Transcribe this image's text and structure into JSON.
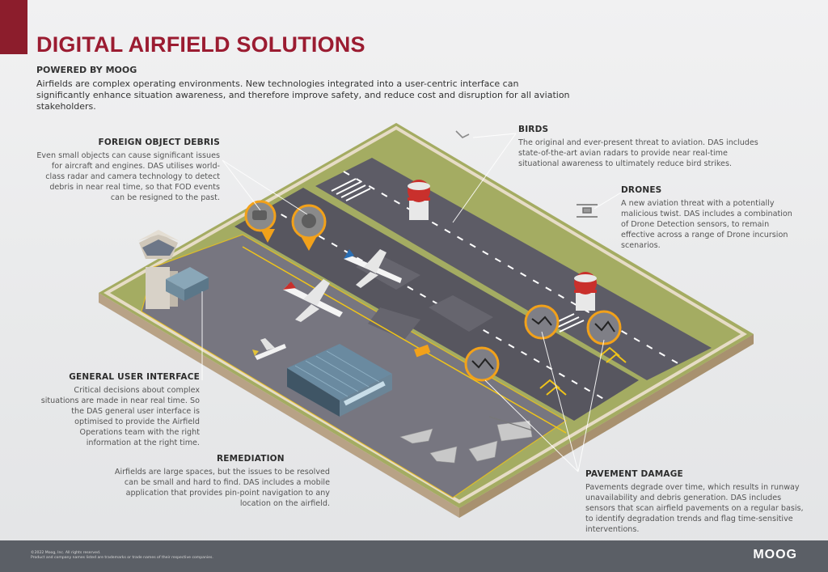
{
  "title": "DIGITAL AIRFIELD SOLUTIONS",
  "subtitle": "POWERED BY MOOG",
  "intro": "Airfields are complex operating environments. New technologies integrated into a user-centric interface can significantly enhance situation awareness, and therefore improve safety, and reduce cost and disruption for all aviation stakeholders.",
  "callouts": {
    "fod": {
      "heading": "FOREIGN OBJECT DEBRIS",
      "body": "Even small objects can cause significant issues for aircraft and engines. DAS utilises world-class radar and camera technology to detect debris in near real time, so that FOD events can be resigned to the past."
    },
    "birds": {
      "heading": "BIRDS",
      "body": "The original and ever-present threat to aviation. DAS includes state-of-the-art avian radars to provide near real-time situational awareness to ultimately reduce bird strikes."
    },
    "drones": {
      "heading": "DRONES",
      "body": "A new aviation threat with a potentially malicious twist. DAS includes a combination of Drone Detection sensors, to remain effective across a range of Drone incursion scenarios."
    },
    "gui": {
      "heading": "GENERAL USER INTERFACE",
      "body": "Critical decisions about complex situations are made in near real time. So the DAS general user interface is optimised to provide the Airfield Operations team with the right information at the right time."
    },
    "remediation": {
      "heading": "REMEDIATION",
      "body": "Airfields are large spaces, but the issues to be resolved can be small and hard to find. DAS includes a mobile application that provides pin-point navigation to any location on the airfield."
    },
    "pavement": {
      "heading": "PAVEMENT DAMAGE",
      "body": "Pavements degrade over time, which results in runway unavailability and debris generation. DAS includes sensors that scan airfield pavements on a regular basis, to identify degradation trends and flag time-sensitive interventions."
    }
  },
  "footer": {
    "copyright": "©2022 Moog, Inc. All rights reserved.",
    "disclaimer": "Product and company names listed are trademarks or trade names of their respective companies.",
    "brand": "MOOG"
  },
  "colors": {
    "accent": "#9b1c31",
    "grass": "#a4ac62",
    "tarmac": "#767580",
    "runway": "#56555f",
    "marking_yellow": "#f0c419",
    "marker_orange": "#f2a11a",
    "footer": "#5b5f66"
  },
  "icons": [
    "control-tower-icon",
    "hangar-icon",
    "radar-tower-icon",
    "drone-icon",
    "bird-icon",
    "fod-marker-icon",
    "crack-marker-icon",
    "airliner-icon",
    "fighter-jet-icon",
    "helicopter-icon",
    "vehicle-icon"
  ]
}
